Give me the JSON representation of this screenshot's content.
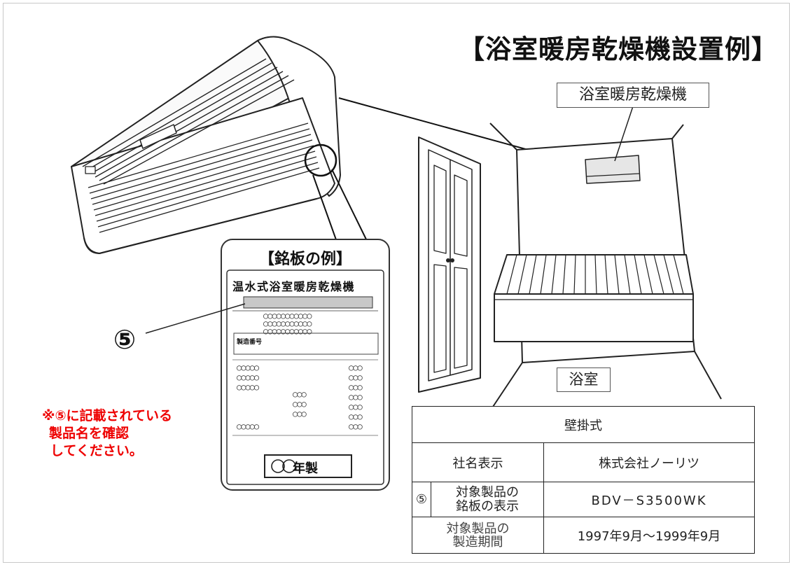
{
  "title": "【浴室暖房乾燥機設置例】",
  "unit_label": "浴室暖房乾燥機",
  "room_label": "浴室",
  "nameplate": {
    "title": "【銘板の例】",
    "heading": "温水式浴室暖房乾燥機",
    "field_label": "製造番号",
    "year_mark": "〇〇",
    "year_suffix": "年製"
  },
  "callout_marker": "⑤",
  "note": {
    "line1": "※⑤に記載されている",
    "line2": "製品名を確認",
    "line3": "してください。"
  },
  "table": {
    "header": "壁掛式",
    "company_label": "社名表示",
    "company_value": "株式会社ノーリツ",
    "marker": "⑤",
    "nameplate_label_1": "対象製品の",
    "nameplate_label_2": "銘板の表示",
    "nameplate_value": "BDV－S3500WK",
    "period_label_1": "対象製品の",
    "period_label_2": "製造期間",
    "period_value": "1997年9月～1999年9月"
  },
  "colors": {
    "note_red": "#ee0000",
    "line": "#222222"
  }
}
